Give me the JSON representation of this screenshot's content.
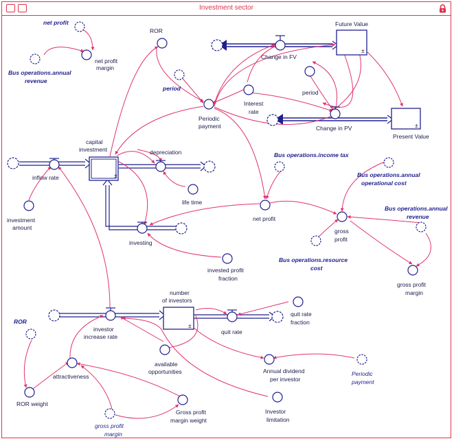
{
  "window": {
    "title": "Investment sector"
  },
  "labels": {
    "net_profit_ghost": "net profit",
    "net_profit_margin_1": "net profit",
    "net_profit_margin_2": "margin",
    "bus_op_rev_1": "Bus operations.annual",
    "bus_op_rev_2": "revenue",
    "ror": "ROR",
    "period_ghost": "period",
    "periodic_payment_1": "Periodic",
    "periodic_payment_2": "payment",
    "change_in_fv": "Change in FV",
    "future_value": "Future Value",
    "interest_rate_1": "Interest",
    "interest_rate_2": "rate",
    "period": "period",
    "change_in_pv": "Change in PV",
    "present_value": "Present Value",
    "capital_investment_1": "capital",
    "capital_investment_2": "investment",
    "depreciation": "depreciation",
    "inflow_rate": "inflow rate",
    "life_time": "life time",
    "bus_op_income_tax": "Bus operations.income tax",
    "bus_op_aoc_1": "Bus operations.annual",
    "bus_op_aoc_2": "operational cost",
    "bus_op_rev2_1": "Bus operations.annual",
    "bus_op_rev2_2": "revenue",
    "investment_amount_1": "investment",
    "investment_amount_2": "amount",
    "net_profit": "net profit",
    "gross_profit_1": "gross",
    "gross_profit_2": "profit",
    "investing": "investing",
    "bus_op_resource_1": "Bus operations.resource",
    "bus_op_resource_2": "cost",
    "invested_profit_fraction_1": "invested profit",
    "invested_profit_fraction_2": "fraction",
    "gross_profit_margin_1": "gross profit",
    "gross_profit_margin_2": "margin",
    "number_of_investors_1": "number",
    "number_of_investors_2": "of investors",
    "quit_rate_fraction_1": "quit rate",
    "quit_rate_fraction_2": "fraction",
    "ror_ghost2": "ROR",
    "investor_increase_rate_1": "investor",
    "investor_increase_rate_2": "increase rate",
    "quit_rate": "quit rate",
    "available_opportunities_1": "available",
    "available_opportunities_2": "opportunities",
    "annual_dividend_1": "Annual dividend",
    "annual_dividend_2": "per investor",
    "periodic_payment_ghost_1": "Periodic",
    "periodic_payment_ghost_2": "payment",
    "attractiveness": "attractiveness",
    "ror_weight": "ROR weight",
    "gpm_weight_1": "Gross profit",
    "gpm_weight_2": "margin weight",
    "gpm_ghost_1": "gross profit",
    "gpm_ghost_2": "margin",
    "investor_limitation_1": "Investor",
    "investor_limitation_2": "limitation"
  },
  "colors": {
    "link": "#e0326e",
    "stock": "#1f1f8f",
    "frame": "#e0324a"
  },
  "icons": {
    "toolbar_left_1": "map-icon",
    "toolbar_left_2": "model-icon",
    "toolbar_right": "lock-icon"
  }
}
